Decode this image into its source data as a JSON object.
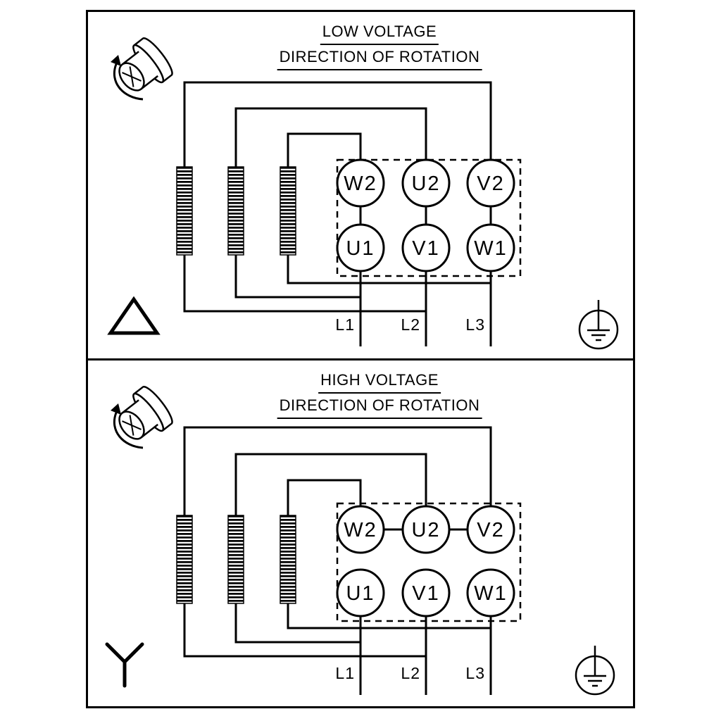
{
  "colors": {
    "line": "#000000",
    "background": "#ffffff"
  },
  "panels": [
    {
      "title": "LOW VOLTAGE",
      "subtitle": "DIRECTION OF ROTATION",
      "connection": "delta",
      "terminals_top": [
        "W2",
        "U2",
        "V2"
      ],
      "terminals_bottom": [
        "U1",
        "V1",
        "W1"
      ],
      "supply_lines": [
        "L1",
        "L2",
        "L3"
      ]
    },
    {
      "title": "HIGH VOLTAGE",
      "subtitle": "DIRECTION OF ROTATION",
      "connection": "star",
      "terminals_top": [
        "W2",
        "U2",
        "V2"
      ],
      "terminals_bottom": [
        "U1",
        "V1",
        "W1"
      ],
      "supply_lines": [
        "L1",
        "L2",
        "L3"
      ]
    }
  ]
}
